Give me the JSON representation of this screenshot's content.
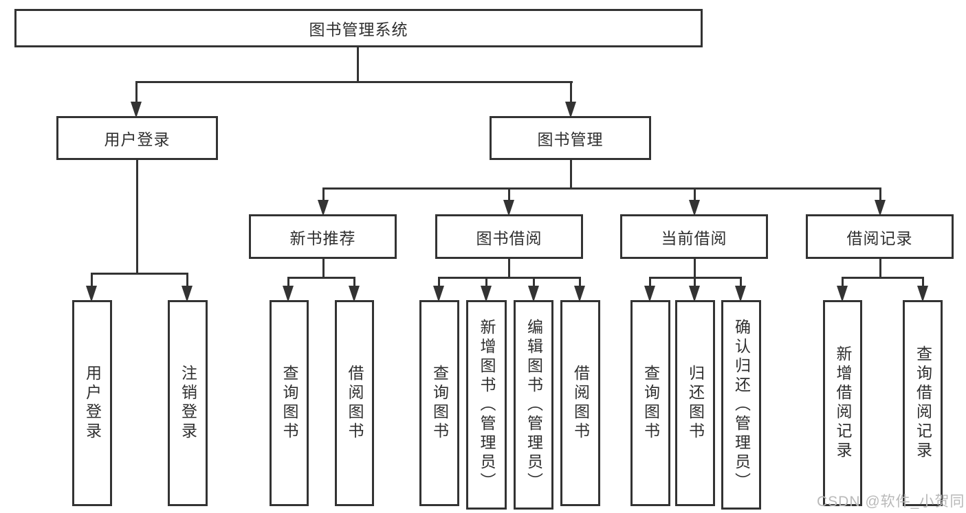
{
  "diagram_title": "图书管理系统",
  "tree": {
    "label": "图书管理系统",
    "children": [
      {
        "label": "用户登录",
        "children": [
          {
            "label": "用户登录"
          },
          {
            "label": "注销登录"
          }
        ]
      },
      {
        "label": "图书管理",
        "children": [
          {
            "label": "新书推荐",
            "children": [
              {
                "label": "查询图书"
              },
              {
                "label": "借阅图书"
              }
            ]
          },
          {
            "label": "图书借阅",
            "children": [
              {
                "label": "查询图书"
              },
              {
                "label": "新增图书（管理员）"
              },
              {
                "label": "编辑图书（管理员）"
              },
              {
                "label": "借阅图书"
              }
            ]
          },
          {
            "label": "当前借阅",
            "children": [
              {
                "label": "查询图书"
              },
              {
                "label": "归还图书"
              },
              {
                "label": "确认归还（管理员）"
              }
            ]
          },
          {
            "label": "借阅记录",
            "children": [
              {
                "label": "新增借阅记录"
              },
              {
                "label": "查询借阅记录"
              }
            ]
          }
        ]
      }
    ]
  },
  "watermark": {
    "text": "CSDN @软件_小贺同学"
  },
  "colors": {
    "line": "#333333",
    "text": "#2f2f2f",
    "background": "#ffffff",
    "watermark": "#b9b9b9"
  }
}
